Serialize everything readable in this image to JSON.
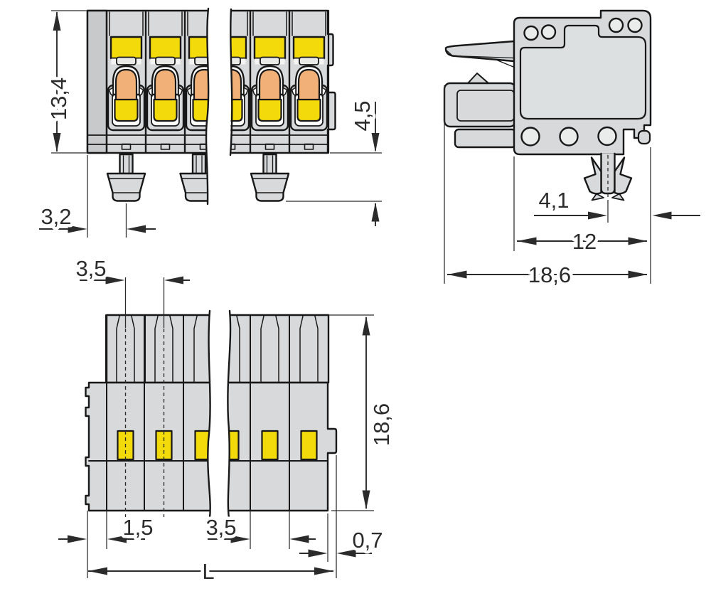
{
  "dimensions": {
    "front": {
      "height": "13,4",
      "edge_to_foot": "3,2",
      "foot_length": "4,5"
    },
    "side": {
      "foot_to_edge": "4,1",
      "body_width": "12",
      "total_depth": "18,6"
    },
    "bottom": {
      "pitch_top": "3,5",
      "depth": "18,6",
      "end_wall": "1,5",
      "pitch": "3,5",
      "tab": "0,7",
      "total_length": "L"
    }
  },
  "colors": {
    "background": "#ffffff",
    "body_gray": "#d7d9db",
    "body_gray_dark": "#c7c9cb",
    "panel_gray": "#dde0e1",
    "circle_gray": "#eaecec",
    "accent_yellow": "#f3da0b",
    "accent_orange": "#f0b078",
    "outline": "#181818",
    "dim_color": "#2b2b2b"
  }
}
